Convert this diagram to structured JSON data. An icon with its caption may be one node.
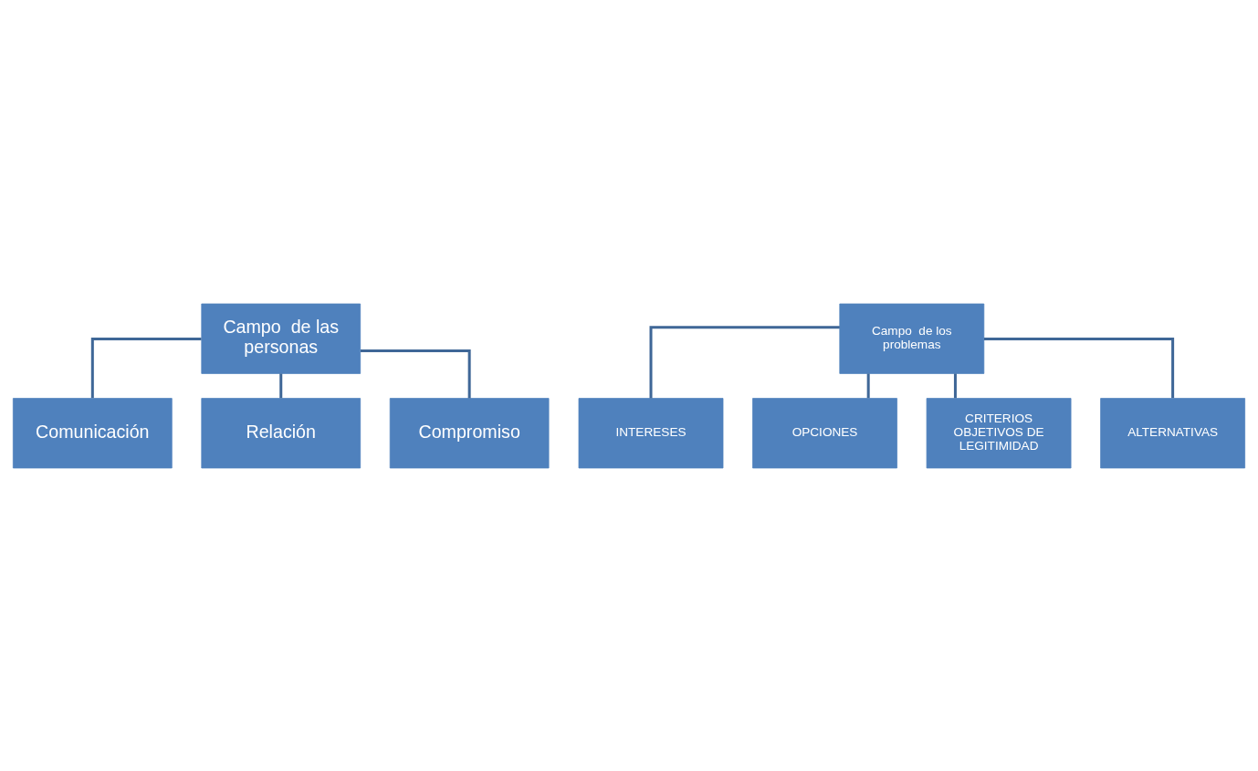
{
  "diagram": {
    "nodes": [
      {
        "text": [
          "Campo  de las personas"
        ]
      },
      {
        "text": [
          "Comunicación"
        ]
      },
      {
        "text": [
          "Relación"
        ]
      },
      {
        "text": [
          "Compromiso"
        ]
      },
      {
        "text": [
          "Campo  de los problemas"
        ]
      },
      {
        "text": [
          "INTERESES"
        ]
      },
      {
        "text": [
          "OPCIONES"
        ]
      },
      {
        "text": [
          "CRITERIOS OBJETIVOS DE LEGITIMIDAD"
        ]
      },
      {
        "text": [
          "ALTERNATIVAS"
        ]
      }
    ],
    "edges": [
      {
        "from": 0,
        "to": 1,
        "arrow": "none"
      },
      {
        "from": 0,
        "to": 2,
        "arrow": "none"
      },
      {
        "from": 0,
        "to": 3,
        "arrow": "none"
      },
      {
        "from": 4,
        "to": 5,
        "arrow": "none"
      },
      {
        "from": 4,
        "to": 6,
        "arrow": "none"
      },
      {
        "from": 4,
        "to": 7,
        "arrow": "none"
      },
      {
        "from": 4,
        "to": 8,
        "arrow": "none"
      }
    ]
  }
}
